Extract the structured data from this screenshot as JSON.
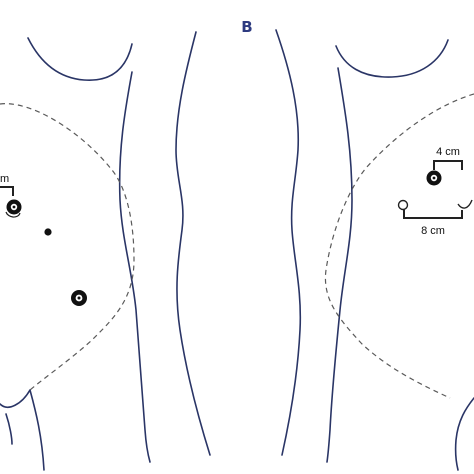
{
  "panel_label": "B",
  "measurements": {
    "right_short": "4 cm",
    "right_long": "8 cm",
    "left_cut": "m"
  },
  "colors": {
    "panel_label": "#2d3a80",
    "outline": "#2a3566",
    "dashed": "#5a5a5a"
  }
}
